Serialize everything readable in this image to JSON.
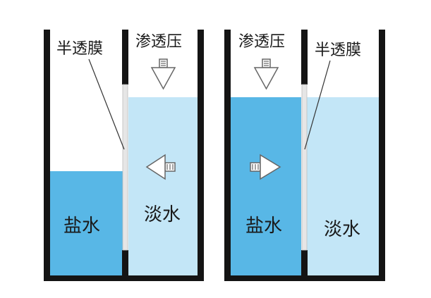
{
  "left_panel": {
    "membrane_label": "半透膜",
    "pressure_label": "渗透压",
    "salt_label": "盐水",
    "fresh_label": "淡水"
  },
  "right_panel": {
    "pressure_label": "渗透压",
    "membrane_label": "半透膜",
    "salt_label": "盐水",
    "fresh_label": "淡水"
  },
  "colors": {
    "salt_water": "#58b7e6",
    "fresh_water": "#c3e6f7",
    "tank_wall": "#141414",
    "arrow_fill": "#ffffff",
    "arrow_stroke": "#666666",
    "membrane": "#e6e6e6"
  }
}
